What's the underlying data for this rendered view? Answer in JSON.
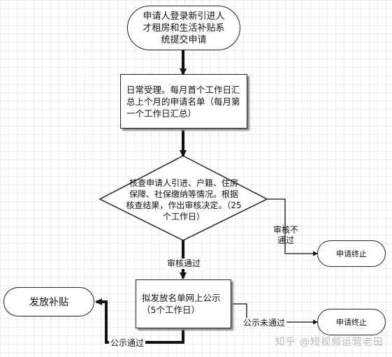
{
  "nodes": {
    "start": "申请人登录新引进人才租房和生活补贴系统提交申请",
    "daily_review": "日常受理。每月首个工作日汇总上个月的申请名单（每月第一个工作日汇总）",
    "review_decision": "核查申请人引进、户籍、住房保障、社保缴纳等情况。根据核查结果，作出审核决定。（25个工作日）",
    "end_rejected_review": "申请终止",
    "publicize": "拟发放名单网上公示（5个工作日）",
    "end_rejected_publicity": "申请终止",
    "disburse": "发放补贴"
  },
  "edge_labels": {
    "review_fail": "审核不通过",
    "review_pass": "审核通过",
    "publicity_fail": "公示未通过",
    "publicity_pass": "公示通过"
  },
  "watermark": "知乎 @短视频运营老田"
}
